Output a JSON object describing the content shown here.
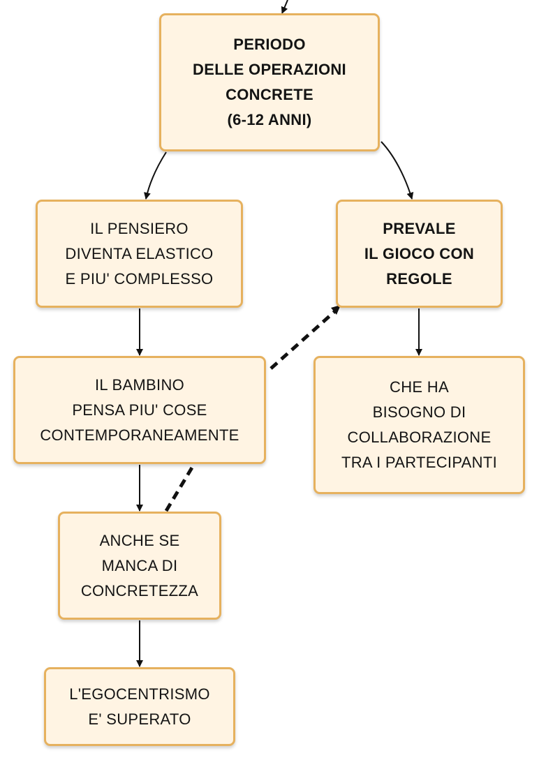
{
  "diagram": {
    "colors": {
      "node_fill": "#fff4e3",
      "node_border": "#e6b15e",
      "text": "#141414",
      "connector": "#111111"
    },
    "nodes": {
      "root": {
        "lines": [
          "PERIODO",
          "DELLE OPERAZIONI",
          "CONCRETE",
          "(6-12 ANNI)"
        ],
        "bold": true
      },
      "pensiero": {
        "lines": [
          "IL PENSIERO",
          "DIVENTA ELASTICO",
          "E PIU' COMPLESSO"
        ],
        "bold": false
      },
      "prevale": {
        "lines": [
          "PREVALE",
          "IL GIOCO CON",
          "REGOLE"
        ],
        "bold": true
      },
      "bambino": {
        "lines": [
          "IL BAMBINO",
          "PENSA PIU' COSE",
          "CONTEMPORANEAMENTE"
        ],
        "bold": false
      },
      "che_ha": {
        "lines": [
          "CHE HA",
          "BISOGNO DI",
          "COLLABORAZIONE",
          "TRA I PARTECIPANTI"
        ],
        "bold": false
      },
      "anche_se": {
        "lines": [
          "ANCHE SE",
          "MANCA DI",
          "CONCRETEZZA"
        ],
        "bold": false
      },
      "egocentrismo": {
        "lines": [
          "L'EGOCENTRISMO",
          "E' SUPERATO"
        ],
        "bold": false
      }
    },
    "edges": [
      {
        "from": "incoming",
        "to": "root",
        "style": "solid"
      },
      {
        "from": "root",
        "to": "pensiero",
        "style": "solid"
      },
      {
        "from": "root",
        "to": "prevale",
        "style": "solid"
      },
      {
        "from": "pensiero",
        "to": "bambino",
        "style": "solid"
      },
      {
        "from": "prevale",
        "to": "che_ha",
        "style": "solid"
      },
      {
        "from": "bambino",
        "to": "anche_se",
        "style": "solid"
      },
      {
        "from": "anche_se",
        "to": "egocentrismo",
        "style": "solid"
      },
      {
        "from": "anche_se",
        "to": "prevale",
        "style": "dashed"
      }
    ]
  }
}
